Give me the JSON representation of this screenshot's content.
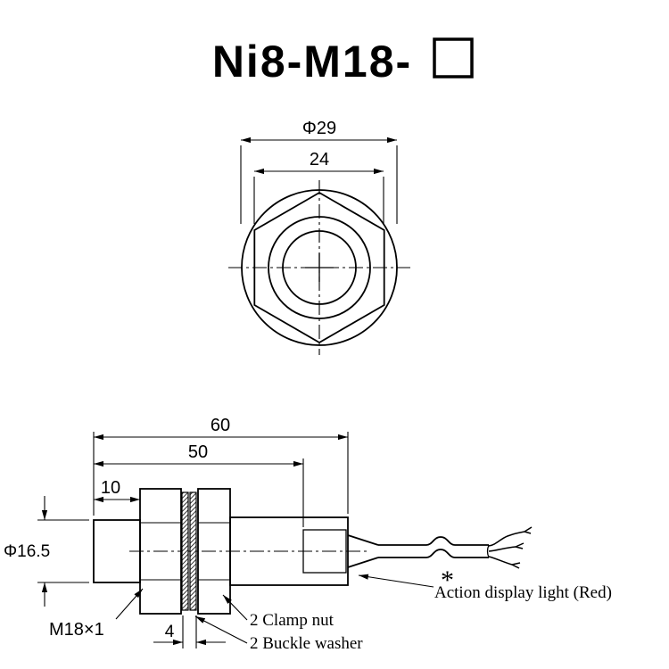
{
  "title": {
    "model": "Ni8-M18-"
  },
  "top_view": {
    "dim_outer_diameter": "Φ29",
    "dim_across_flats": "24"
  },
  "side_view": {
    "dim_total_length": "60",
    "dim_thread_length": "50",
    "dim_head_length": "10",
    "dim_head_diameter": "Φ16.5",
    "thread_spec": "M18×1",
    "dim_washer_stack": "4",
    "label_clamp_nut": "2 Clamp nut",
    "label_buckle_washer": "2 Buckle washer",
    "footnote_marker": "*",
    "label_action_light": "Action display light (Red)"
  },
  "colors": {
    "ink": "#000000",
    "background": "#ffffff"
  }
}
